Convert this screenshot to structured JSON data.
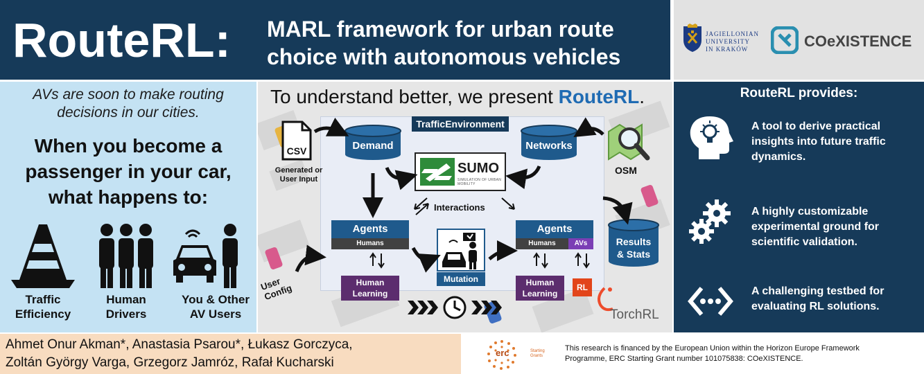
{
  "header": {
    "brand": "RouteRL:",
    "subtitle_line1": "MARL framework for urban route",
    "subtitle_line2": "choice with autonomous vehicles"
  },
  "logos": {
    "uj_line1": "JAGIELLONIAN",
    "uj_line2": "UNIVERSITY",
    "uj_line3": "IN KRAKÓW",
    "coexistence": "COeXISTENCE"
  },
  "left": {
    "intro_line1": "AVs are soon to make routing",
    "intro_line2": "decisions in our cities.",
    "question_line1": "When you become a",
    "question_line2": "passenger in your car,",
    "question_line3": "what happens to:",
    "impacts": [
      {
        "line1": "Traffic",
        "line2": "Efficiency",
        "icon": "traffic-cone-icon"
      },
      {
        "line1": "Human",
        "line2": "Drivers",
        "icon": "people-icon"
      },
      {
        "line1": "You & Other",
        "line2": "AV Users",
        "icon": "av-car-user-icon"
      }
    ]
  },
  "center": {
    "intro_prefix": "To understand better, we present ",
    "intro_brand": "RouteRL",
    "intro_suffix": ".",
    "env_title": "TrafficEnvironment",
    "csv": "CSV",
    "csv_caption_line1": "Generated or",
    "csv_caption_line2": "User Input",
    "demand": "Demand",
    "networks": "Networks",
    "osm": "OSM",
    "sumo": "SUMO",
    "sumo_sub": "SIMULATION OF URBAN MOBILITY",
    "interactions": "Interactions",
    "results_line1": "Results",
    "results_line2": "& Stats",
    "agents_left": {
      "title": "Agents",
      "humans": "Humans"
    },
    "agents_right": {
      "title": "Agents",
      "humans": "Humans",
      "avs": "AVs"
    },
    "human_learning_line1": "Human",
    "human_learning_line2": "Learning",
    "mutation": "Mutation",
    "rl": "RL",
    "user_config_line1": "User",
    "user_config_line2": "Config",
    "torchrl": "TorchRL"
  },
  "right": {
    "title": "RouteRL provides:",
    "features": [
      {
        "icon": "head-lightbulb-icon",
        "line1": "A tool to derive practical",
        "line2": "insights into future traffic",
        "line3": "dynamics."
      },
      {
        "icon": "gears-icon",
        "line1": "A highly customizable",
        "line2": "experimental ground for",
        "line3": "scientific validation."
      },
      {
        "icon": "code-brackets-icon",
        "line1": "A challenging testbed for",
        "line2": "evaluating RL solutions.",
        "line3": ""
      }
    ]
  },
  "footer": {
    "authors_line1": "Ahmet Onur Akman*, Anastasia Psarou*, Łukasz Gorczyca,",
    "authors_line2": "Zoltán György Varga, Grzegorz Jamróz, Rafał Kucharski",
    "erc": "erc",
    "erc_grant_line1": "Starting",
    "erc_grant_line2": "Grants",
    "funding_line1": "This research is financed by the European Union within the Horizon Europe Framework",
    "funding_line2": "Programme, ERC Starting Grant number 101075838: COeXISTENCE."
  },
  "colors": {
    "navy": "#163a59",
    "light_blue": "#c4e2f3",
    "peach": "#f8dcc0",
    "accent_blue": "#1f6bb3",
    "purple": "#5c2d6e",
    "violet": "#7b3fb5",
    "rl_orange": "#e2451b"
  }
}
